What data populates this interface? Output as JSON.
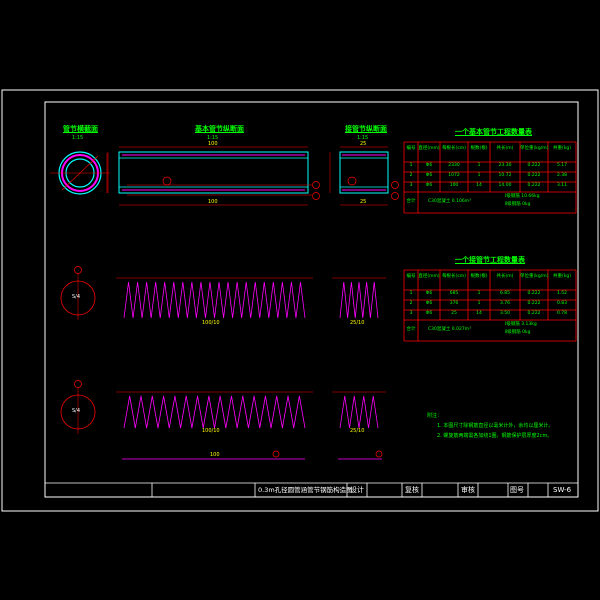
{
  "title_block": {
    "drawing_title": "0.3m孔径圆管涵管节钢筋构造图",
    "design_label": "设计",
    "review_label": "复核",
    "approve_label": "审核",
    "drawing_no_label": "图号",
    "drawing_no": "SW-6"
  },
  "views": {
    "section": {
      "title": "管节横截面",
      "scale": "1:15"
    },
    "base_elevation": {
      "title": "基本管节纵断面",
      "scale": "1:15",
      "top_dim": "100",
      "bottom_dim": "100"
    },
    "joint_elevation": {
      "title": "接管节纵断面",
      "scale": "1:15",
      "top_dim": "25",
      "bottom_dim": "25"
    },
    "spiral1": {
      "dim": "100/10",
      "right_dim": "25/10"
    },
    "spiral2": {
      "dim": "100/10",
      "right_dim": "25/10",
      "bottom_dim": "100"
    },
    "circle_labels": [
      "S/4",
      "S/4"
    ]
  },
  "colors": {
    "frame": "#ffffff",
    "concrete": "#00ffff",
    "rebar": "#ff00ff",
    "dim": "#ff0000",
    "text": "#00ff00",
    "label": "#ffff00"
  },
  "tables": [
    {
      "title": "一个基本管节工程数量表",
      "headers": [
        "编号",
        "直径(mm)",
        "每根长(cm)",
        "根数(根)",
        "共长(m)",
        "单位重(kg/m)",
        "共重(kg)"
      ],
      "rows": [
        [
          "1",
          "Φ6",
          "2330",
          "1",
          "23.30",
          "0.222",
          "5.17"
        ],
        [
          "2",
          "Φ6",
          "1072",
          "1",
          "10.72",
          "0.222",
          "2.38"
        ],
        [
          "3",
          "Φ6",
          "100",
          "14",
          "14.00",
          "0.222",
          "3.11"
        ]
      ],
      "total_label": "合计",
      "concrete": "C30混凝土 0.106m³",
      "steel1": "Ⅰ级钢筋 10.66kg",
      "steel2": "Ⅱ级钢筋 0kg"
    },
    {
      "title": "一个接管节工程数量表",
      "headers": [
        "编号",
        "直径(mm)",
        "每根长(cm)",
        "根数(根)",
        "共长(m)",
        "单位重(kg/m)",
        "共重(kg)"
      ],
      "rows": [
        [
          "1",
          "Φ6",
          "685",
          "1",
          "6.85",
          "0.222",
          "1.52"
        ],
        [
          "2",
          "Φ6",
          "376",
          "1",
          "3.76",
          "0.222",
          "0.83"
        ],
        [
          "3",
          "Φ6",
          "25",
          "14",
          "3.50",
          "0.222",
          "0.78"
        ]
      ],
      "total_label": "合计",
      "concrete": "C30混凝土 0.027m³",
      "steel1": "Ⅰ级钢筋 3.13kg",
      "steel2": "Ⅱ级钢筋 0kg"
    }
  ],
  "notes": {
    "heading": "附注：",
    "items": [
      "1. 本图尺寸除钢筋直径以毫米计外，余均以厘米计。",
      "2. 螺旋筋两端需各加绕1圈，钢筋保护层厚度2cm。"
    ]
  }
}
